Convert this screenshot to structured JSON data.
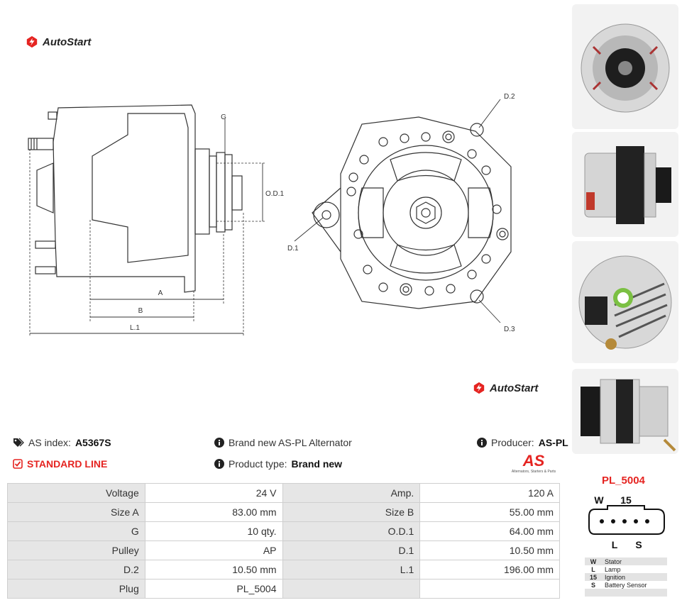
{
  "brand": {
    "name": "AutoStart"
  },
  "drawing": {
    "labels": {
      "g": "G",
      "od1": "O.D.1",
      "a": "A",
      "b": "B",
      "l1": "L.1",
      "d1": "D.1",
      "d2": "D.2",
      "d3": "D.3"
    }
  },
  "info": {
    "as_index_label": "AS index:",
    "as_index_value": "A5367S",
    "standard_line": "STANDARD LINE",
    "description": "Brand new AS-PL Alternator",
    "product_type_label": "Product type:",
    "product_type_value": "Brand new",
    "producer_label": "Producer:",
    "producer_value": "AS-PL",
    "as_logo_text": "AS",
    "as_logo_tagline": "Alternators, Starters & Parts"
  },
  "specs": [
    {
      "l1": "Voltage",
      "v1": "24 V",
      "l2": "Amp.",
      "v2": "120 A"
    },
    {
      "l1": "Size A",
      "v1": "83.00 mm",
      "l2": "Size B",
      "v2": "55.00 mm"
    },
    {
      "l1": "G",
      "v1": "10 qty.",
      "l2": "O.D.1",
      "v2": "64.00 mm"
    },
    {
      "l1": "Pulley",
      "v1": "AP",
      "l2": "D.1",
      "v2": "10.50 mm"
    },
    {
      "l1": "D.2",
      "v1": "10.50 mm",
      "l2": "L.1",
      "v2": "196.00 mm"
    },
    {
      "l1": "Plug",
      "v1": "PL_5004",
      "l2": "",
      "v2": ""
    }
  ],
  "plug": {
    "title": "PL_5004",
    "pins_top": [
      "W",
      "15"
    ],
    "pins_bottom": [
      "L",
      "S"
    ],
    "legend": [
      {
        "k": "W",
        "v": "Stator"
      },
      {
        "k": "L",
        "v": "Lamp"
      },
      {
        "k": "15",
        "v": "Ignition"
      },
      {
        "k": "S",
        "v": "Battery Sensor"
      },
      {
        "k": "",
        "v": ""
      }
    ]
  },
  "colors": {
    "accent": "#e52421",
    "table_label_bg": "#e6e6e6",
    "table_border": "#cfcfcf"
  },
  "icons": [
    "tags-icon",
    "info-icon",
    "check-square-icon",
    "as-logo-icon"
  ]
}
